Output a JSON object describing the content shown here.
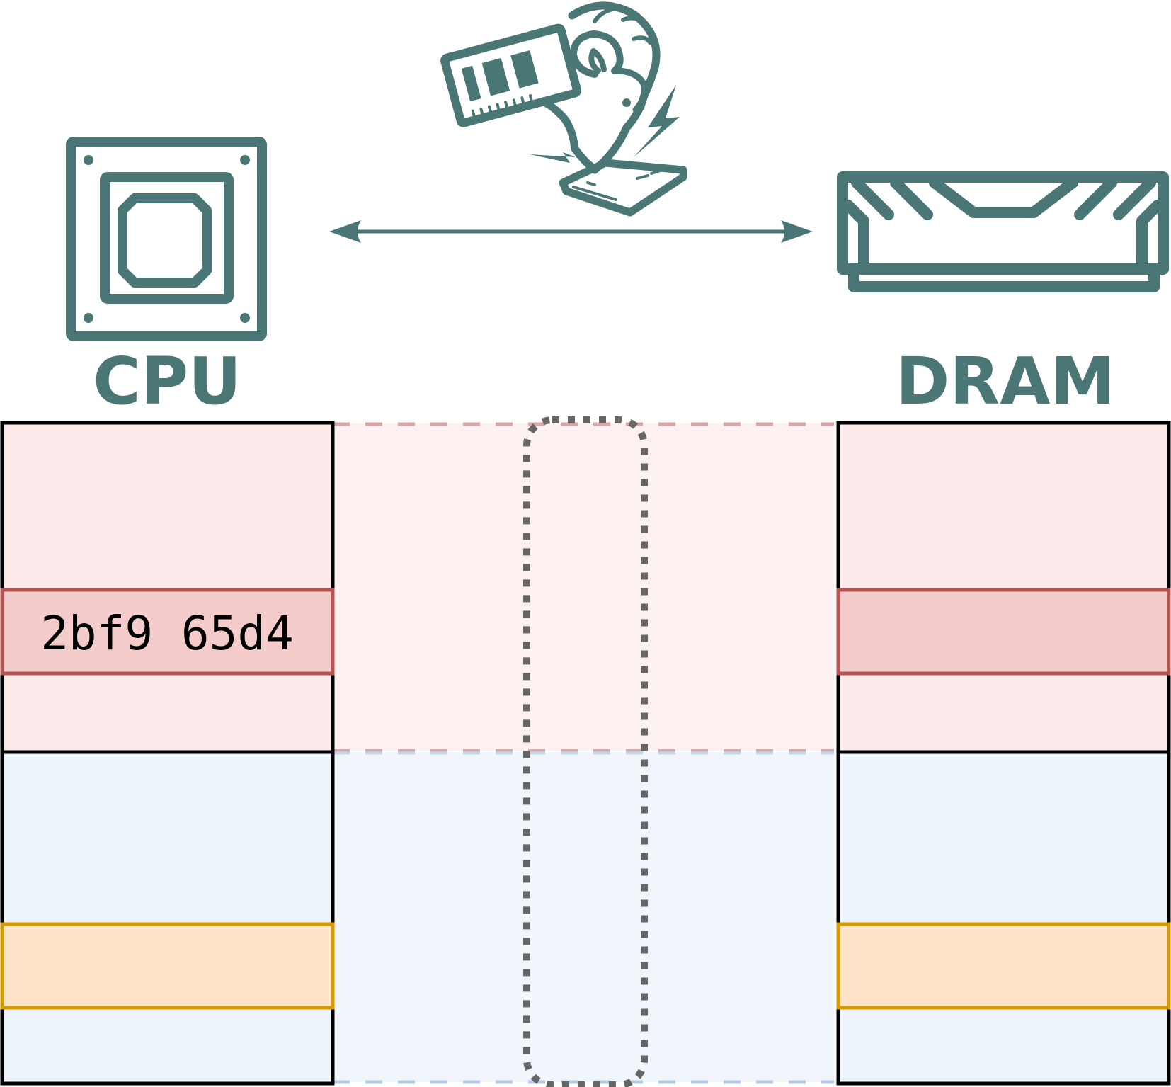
{
  "components": {
    "cpu": {
      "label": "CPU",
      "icon": "cpu-chip-icon"
    },
    "dram": {
      "label": "DRAM",
      "icon": "ram-stick-icon"
    },
    "attack": {
      "icon": "rowhammer-ram-icon"
    },
    "link": {
      "icon": "bidirectional-arrow-icon"
    }
  },
  "cpu_rows": {
    "secret_row_value": "2bf9 65d4"
  },
  "colors": {
    "icon": "#4a7676",
    "secret_region_fill": "#fbe9e9",
    "secret_region_border": "#d9a7a7",
    "secret_row_fill": "#f5cccc",
    "secret_row_border": "#b85450",
    "victim_region_fill": "#edf4fc",
    "victim_region_border": "#b9cbe2",
    "victim_row_fill": "#fde4c8",
    "victim_row_border": "#d79b00",
    "bus_outline": "#666666",
    "column_border": "#000000"
  }
}
